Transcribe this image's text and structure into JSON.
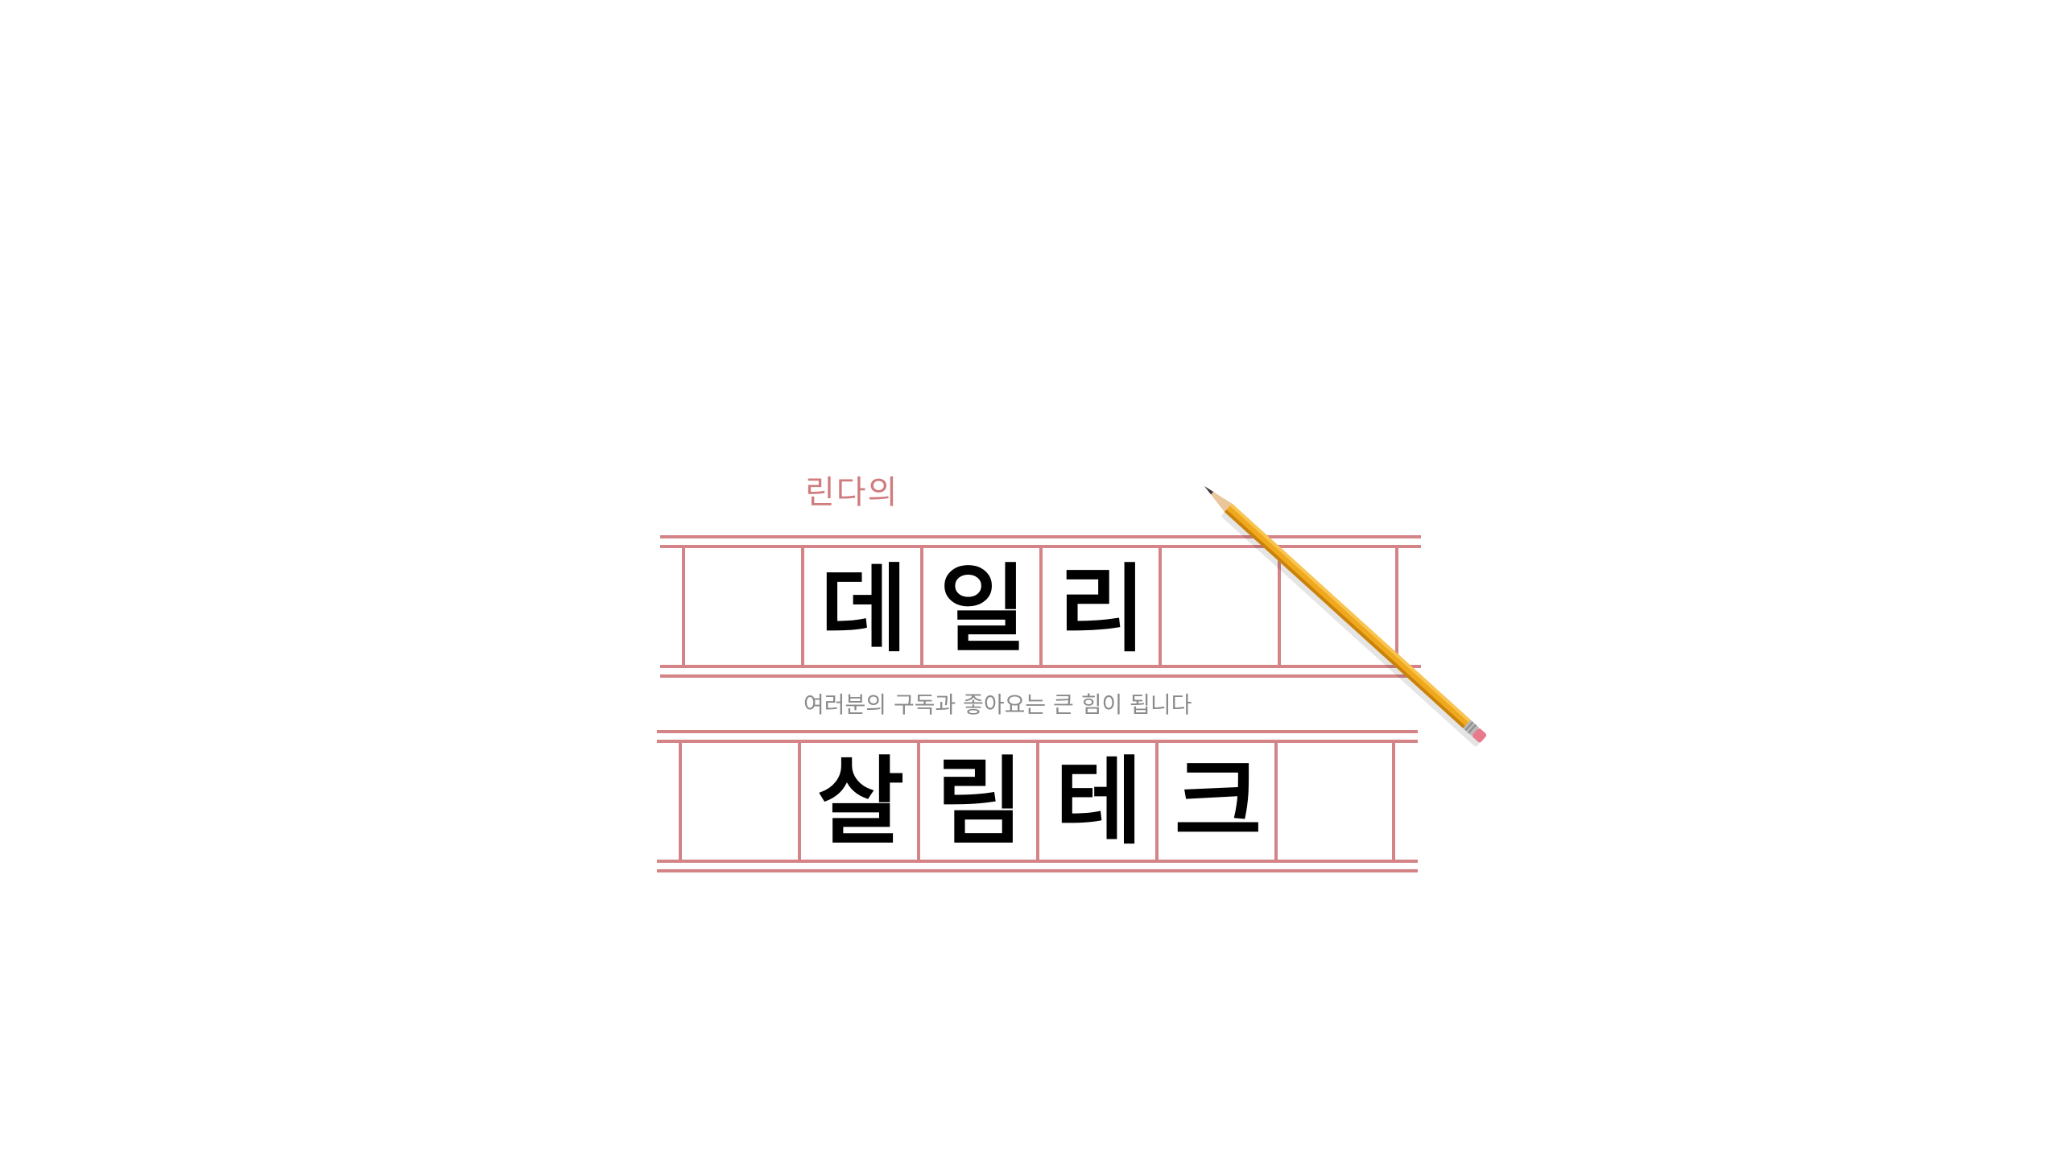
{
  "logo": {
    "owner_label": "린다의",
    "subtitle": "여러분의 구독과 좋아요는 큰 힘이 됩니다",
    "row1_chars": [
      "데",
      "일",
      "리"
    ],
    "row2_chars": [
      "살",
      "림",
      "테",
      "크"
    ]
  },
  "colors": {
    "grid_line": "#d48386",
    "owner_label": "#d07b7d",
    "subtitle": "#8a8a8a",
    "glyph": "#000000",
    "pencil_body": "#f0a81c",
    "pencil_eraser": "#e77a8c"
  },
  "icons": {
    "pencil": "pencil-icon"
  }
}
